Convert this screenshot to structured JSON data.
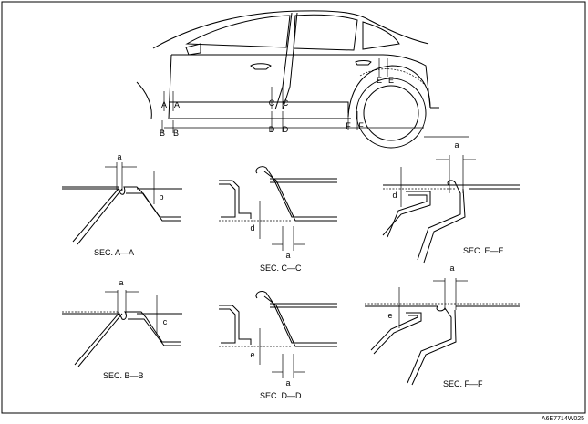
{
  "car": {
    "markers": [
      "A",
      "A",
      "B",
      "B",
      "C",
      "C",
      "D",
      "D",
      "E",
      "E",
      "F",
      "F"
    ]
  },
  "sections": [
    {
      "label": "SEC. A—A",
      "gap_label": "a",
      "height_label": "b"
    },
    {
      "label": "SEC. C—C",
      "gap_label": "a",
      "height_label": "d"
    },
    {
      "label": "SEC. E—E",
      "gap_label": "a",
      "height_label": "d"
    },
    {
      "label": "SEC. B—B",
      "gap_label": "a",
      "height_label": "c"
    },
    {
      "label": "SEC. D—D",
      "gap_label": "a",
      "height_label": "e"
    },
    {
      "label": "SEC. F—F",
      "gap_label": "a",
      "height_label": "e"
    }
  ],
  "figure_code": "A6E7714W025"
}
